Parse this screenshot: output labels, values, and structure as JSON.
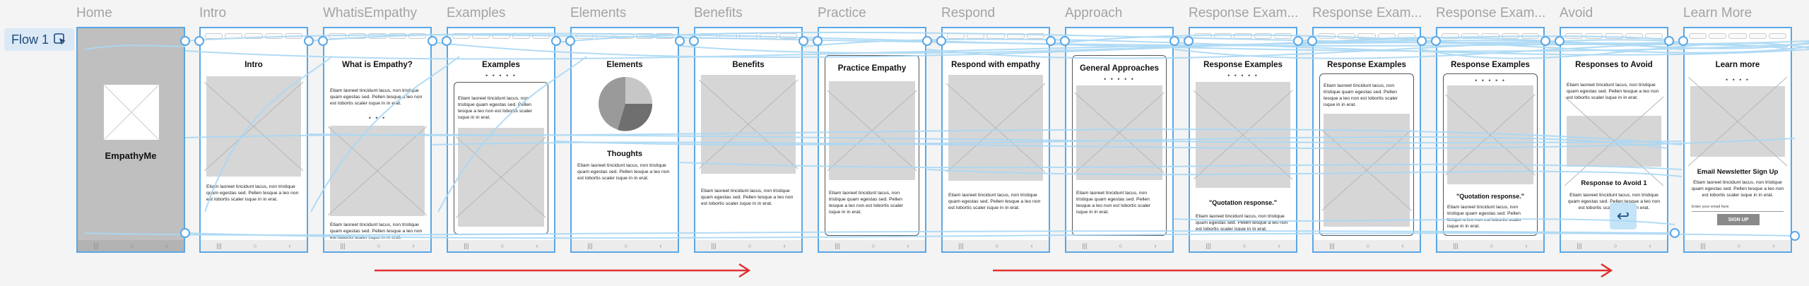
{
  "flow": {
    "label": "Flow 1"
  },
  "lorem": "Etiam laoreet tincidunt lacus, non tristique quam egestas sed. Pellen tesque a leo non est lobortis scaler isque in in erat.",
  "frames": [
    {
      "title": "Home",
      "screen": "EmpathyMe"
    },
    {
      "title": "Intro",
      "screen": "Intro"
    },
    {
      "title": "WhatisEmpathy",
      "screen": "What is Empathy?"
    },
    {
      "title": "Examples",
      "screen": "Examples"
    },
    {
      "title": "Elements",
      "screen": "Elements",
      "extra_title": "Thoughts"
    },
    {
      "title": "Benefits",
      "screen": "Benefits"
    },
    {
      "title": "Practice",
      "screen": "Practice Empathy"
    },
    {
      "title": "Respond",
      "screen": "Respond with empathy"
    },
    {
      "title": "Approach",
      "screen": "General Approaches"
    },
    {
      "title": "Response Exam...",
      "screen": "Response Examples",
      "quote": "\"Quotation response.\""
    },
    {
      "title": "Response Exam...",
      "screen": "Response Examples"
    },
    {
      "title": "Response Exam...",
      "screen": "Response Examples",
      "quote": "\"Quotation response.\""
    },
    {
      "title": "Avoid",
      "screen": "Responses to Avoid",
      "extra_title": "Response to Avoid 1"
    },
    {
      "title": "Learn More",
      "screen": "Learn more",
      "extra_title": "Email Newsletter Sign Up",
      "email_label": "Enter your email here",
      "button": "SIGN UP"
    }
  ],
  "colors": {
    "accent": "#5aa7e6",
    "connector": "#a9d8f5",
    "arrow": "#e03030"
  }
}
